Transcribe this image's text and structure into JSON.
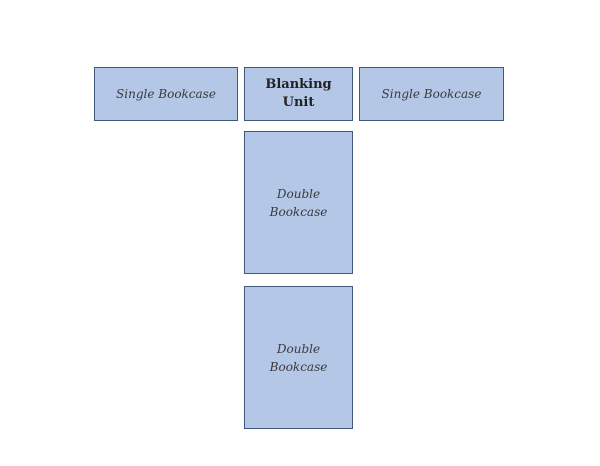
{
  "diagram": {
    "left_box": "Single Bookcase",
    "center_top_box": "Blanking Unit",
    "right_box": "Single Bookcase",
    "middle_box": "Double Bookcase",
    "bottom_box": "Double Bookcase"
  },
  "colors": {
    "fill": "#b4c7e7",
    "border": "#41597a"
  }
}
